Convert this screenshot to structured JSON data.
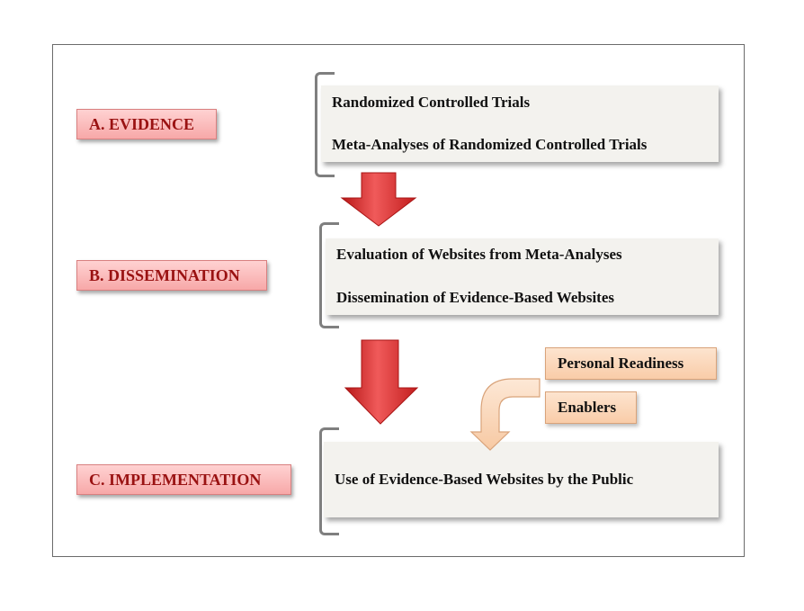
{
  "stages": [
    {
      "label": "A. EVIDENCE",
      "items": [
        "Randomized Controlled Trials",
        "Meta-Analyses of Randomized Controlled Trials"
      ]
    },
    {
      "label": "B. DISSEMINATION",
      "items": [
        "Evaluation of Websites from Meta-Analyses",
        "Dissemination of Evidence-Based Websites"
      ]
    },
    {
      "label": "C. IMPLEMENTATION",
      "items": [
        "Use of Evidence-Based Websites by the Public"
      ]
    }
  ],
  "factors": [
    "Personal Readiness",
    "Enablers"
  ],
  "colors": {
    "stage_label_fill": "#f7a8a8",
    "stage_label_text": "#9a1212",
    "panel_fill": "#f3f2ee",
    "arrow_red": "#d42a2a",
    "factor_fill": "#f9cca8",
    "bracket": "#7f7f7f"
  }
}
